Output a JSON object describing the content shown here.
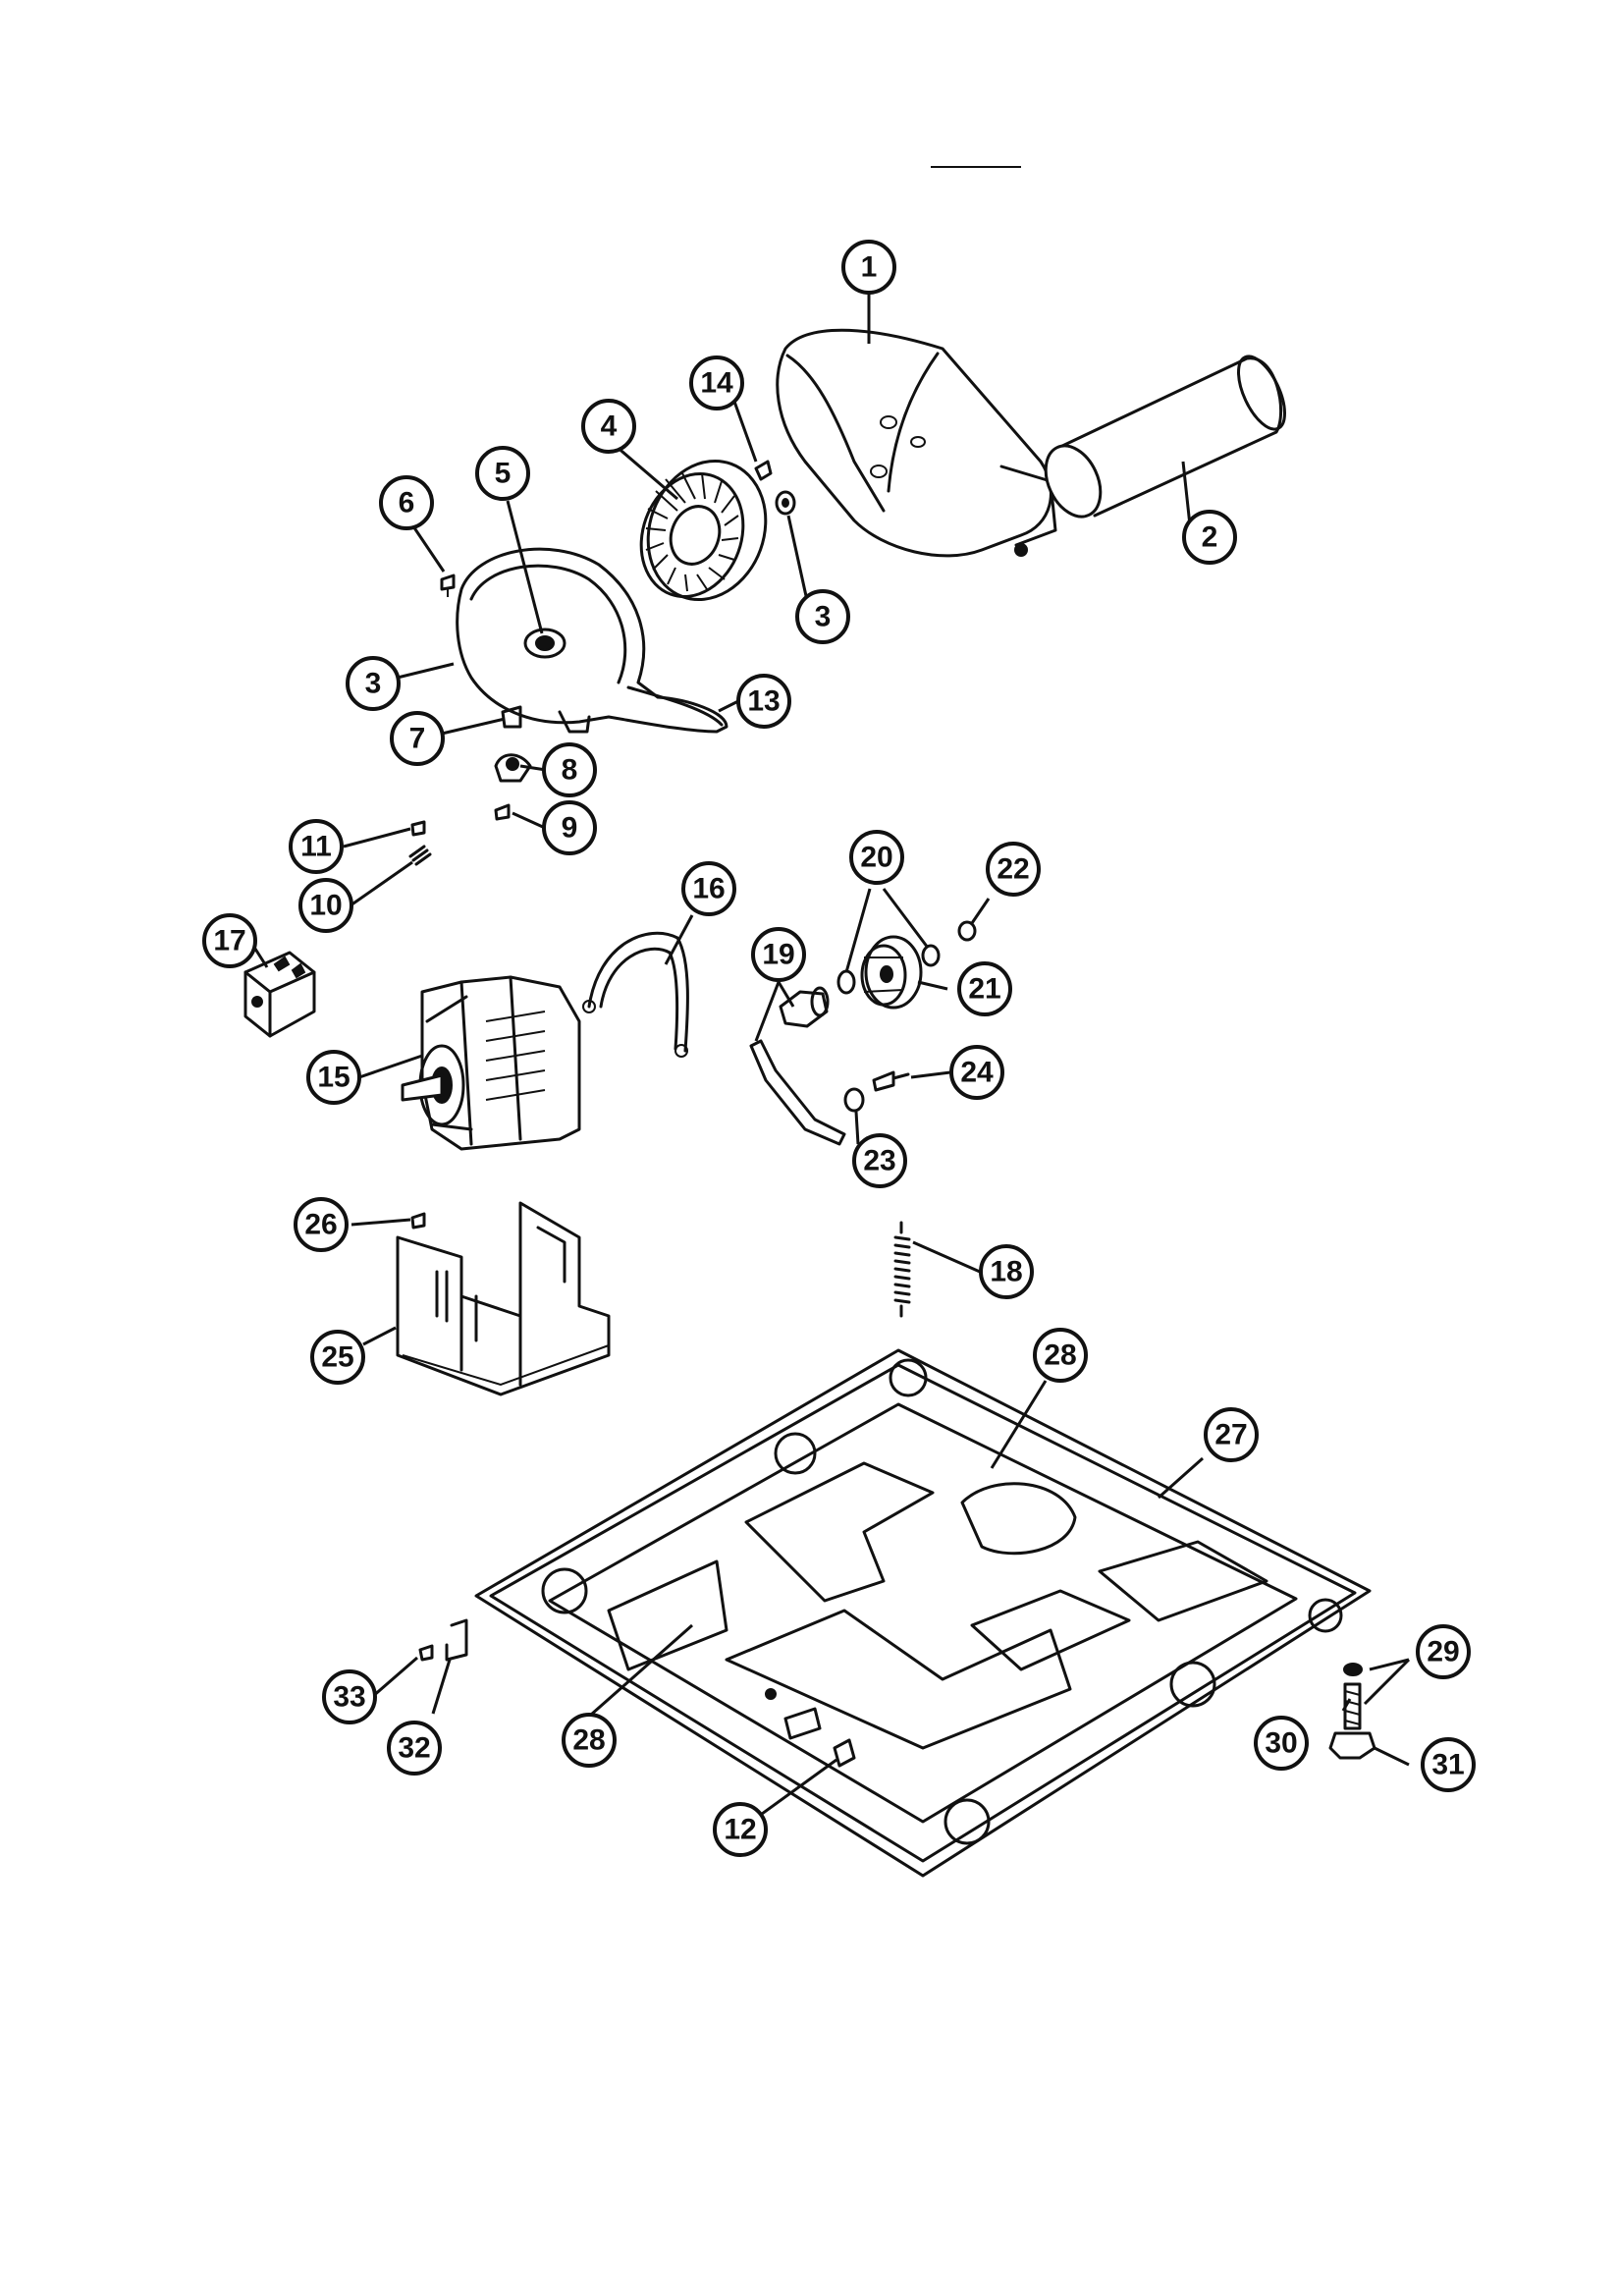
{
  "colors": {
    "ink": "#111111",
    "paper": "#ffffff"
  },
  "callouts": [
    {
      "id": "c1",
      "label": "1"
    },
    {
      "id": "c2",
      "label": "2"
    },
    {
      "id": "c3a",
      "label": "3"
    },
    {
      "id": "c3b",
      "label": "3"
    },
    {
      "id": "c4",
      "label": "4"
    },
    {
      "id": "c5",
      "label": "5"
    },
    {
      "id": "c6",
      "label": "6"
    },
    {
      "id": "c7",
      "label": "7"
    },
    {
      "id": "c8",
      "label": "8"
    },
    {
      "id": "c9",
      "label": "9"
    },
    {
      "id": "c10",
      "label": "10"
    },
    {
      "id": "c11",
      "label": "11"
    },
    {
      "id": "c12",
      "label": "12"
    },
    {
      "id": "c13",
      "label": "13"
    },
    {
      "id": "c14",
      "label": "14"
    },
    {
      "id": "c15",
      "label": "15"
    },
    {
      "id": "c16",
      "label": "16"
    },
    {
      "id": "c17",
      "label": "17"
    },
    {
      "id": "c18",
      "label": "18"
    },
    {
      "id": "c19",
      "label": "19"
    },
    {
      "id": "c20",
      "label": "20"
    },
    {
      "id": "c21",
      "label": "21"
    },
    {
      "id": "c22",
      "label": "22"
    },
    {
      "id": "c23",
      "label": "23"
    },
    {
      "id": "c24",
      "label": "24"
    },
    {
      "id": "c25",
      "label": "25"
    },
    {
      "id": "c26",
      "label": "26"
    },
    {
      "id": "c27",
      "label": "27"
    },
    {
      "id": "c28a",
      "label": "28"
    },
    {
      "id": "c28b",
      "label": "28"
    },
    {
      "id": "c29",
      "label": "29"
    },
    {
      "id": "c30",
      "label": "30"
    },
    {
      "id": "c31",
      "label": "31"
    },
    {
      "id": "c32",
      "label": "32"
    },
    {
      "id": "c33",
      "label": "33"
    }
  ]
}
